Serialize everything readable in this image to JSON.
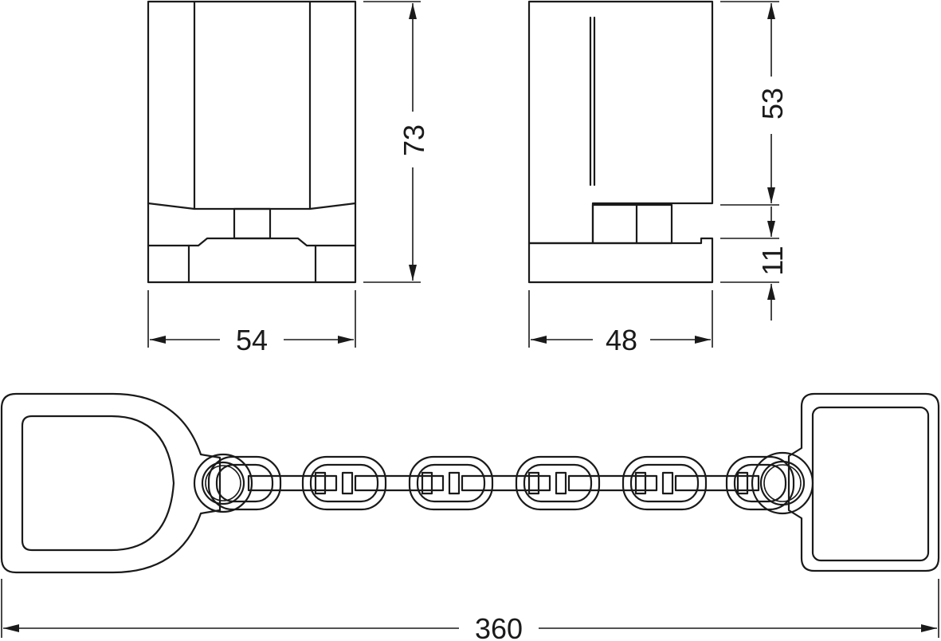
{
  "drawing": {
    "dimensions": {
      "width_front": "54",
      "height_front": "73",
      "width_side": "48",
      "height_side_upper": "53",
      "height_side_lower": "11",
      "overall_length": "360"
    }
  }
}
